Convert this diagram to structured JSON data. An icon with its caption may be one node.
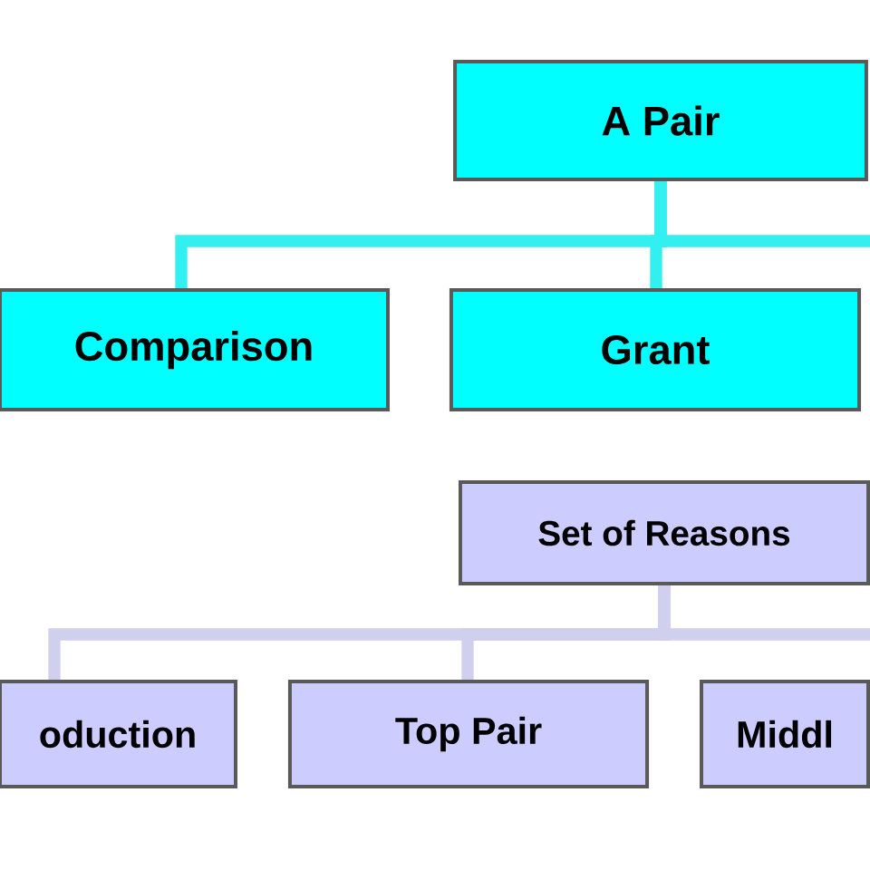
{
  "diagram": {
    "nodes": [
      {
        "text": [
          "A Pair"
        ]
      },
      {
        "text": [
          "Comparison"
        ]
      },
      {
        "text": [
          "Grant"
        ]
      },
      {
        "text": [
          "Set of Reasons"
        ]
      },
      {
        "text": [
          "oduction"
        ]
      },
      {
        "text": [
          "Top Pair"
        ]
      },
      {
        "text": [
          "Middl"
        ]
      }
    ],
    "edges": [
      {
        "from": 0,
        "to": 1,
        "arrow": "none",
        "color": "#33f0f0"
      },
      {
        "from": 0,
        "to": 2,
        "arrow": "none",
        "color": "#33f0f0"
      },
      {
        "from": 0,
        "to": null,
        "arrow": "none",
        "color": "#33f0f0"
      },
      {
        "from": 3,
        "to": 4,
        "arrow": "none",
        "color": "#d0d0ee"
      },
      {
        "from": 3,
        "to": 5,
        "arrow": "none",
        "color": "#d0d0ee"
      },
      {
        "from": 3,
        "to": null,
        "arrow": "none",
        "color": "#d0d0ee"
      }
    ]
  }
}
